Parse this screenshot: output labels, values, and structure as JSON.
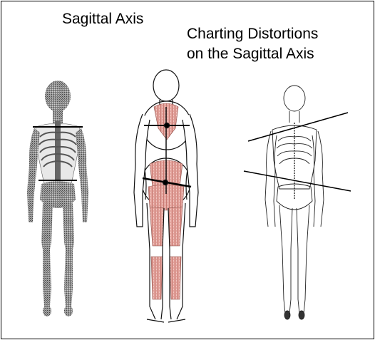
{
  "titles": {
    "sagittal_axis": "Sagittal Axis",
    "charting_line1": "Charting Distortions",
    "charting_line2": "on the Sagittal Axis"
  },
  "colors": {
    "bone": "#7a7a7a",
    "muscle": "#d98f88",
    "outline": "#111111",
    "axis_line": "#000000"
  }
}
